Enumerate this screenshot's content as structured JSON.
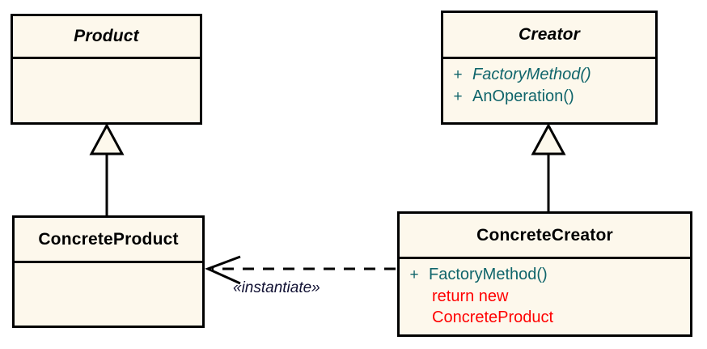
{
  "diagram": {
    "type": "uml-class-diagram",
    "pattern_name": "Factory Method",
    "background_color": "#ffffff",
    "box_fill_color": "#fdf8ec",
    "box_border_color": "#000000",
    "member_text_color": "#10656b",
    "note_text_color": "#ff0000",
    "title_text_color": "#000000",
    "stereotype_text_color": "#111133"
  },
  "classes": {
    "product": {
      "name": "Product",
      "abstract": true,
      "members": []
    },
    "creator": {
      "name": "Creator",
      "abstract": true,
      "members": [
        {
          "visibility": "+",
          "name": "FactoryMethod()",
          "abstract": true
        },
        {
          "visibility": "+",
          "name": "AnOperation()",
          "abstract": false
        }
      ]
    },
    "concrete_product": {
      "name": "ConcreteProduct",
      "abstract": false,
      "members": []
    },
    "concrete_creator": {
      "name": "ConcreteCreator",
      "abstract": false,
      "members": [
        {
          "visibility": "+",
          "name": "FactoryMethod()",
          "abstract": false
        }
      ],
      "note_lines": [
        "return new",
        "ConcreteProduct"
      ]
    }
  },
  "relationships": [
    {
      "id": "product-generalization",
      "kind": "generalization",
      "from": "ConcreteProduct",
      "to": "Product",
      "label": ""
    },
    {
      "id": "creator-generalization",
      "kind": "generalization",
      "from": "ConcreteCreator",
      "to": "Creator",
      "label": ""
    },
    {
      "id": "instantiate-dependency",
      "kind": "dependency",
      "from": "ConcreteCreator",
      "to": "ConcreteProduct",
      "label": "«instantiate»"
    }
  ]
}
